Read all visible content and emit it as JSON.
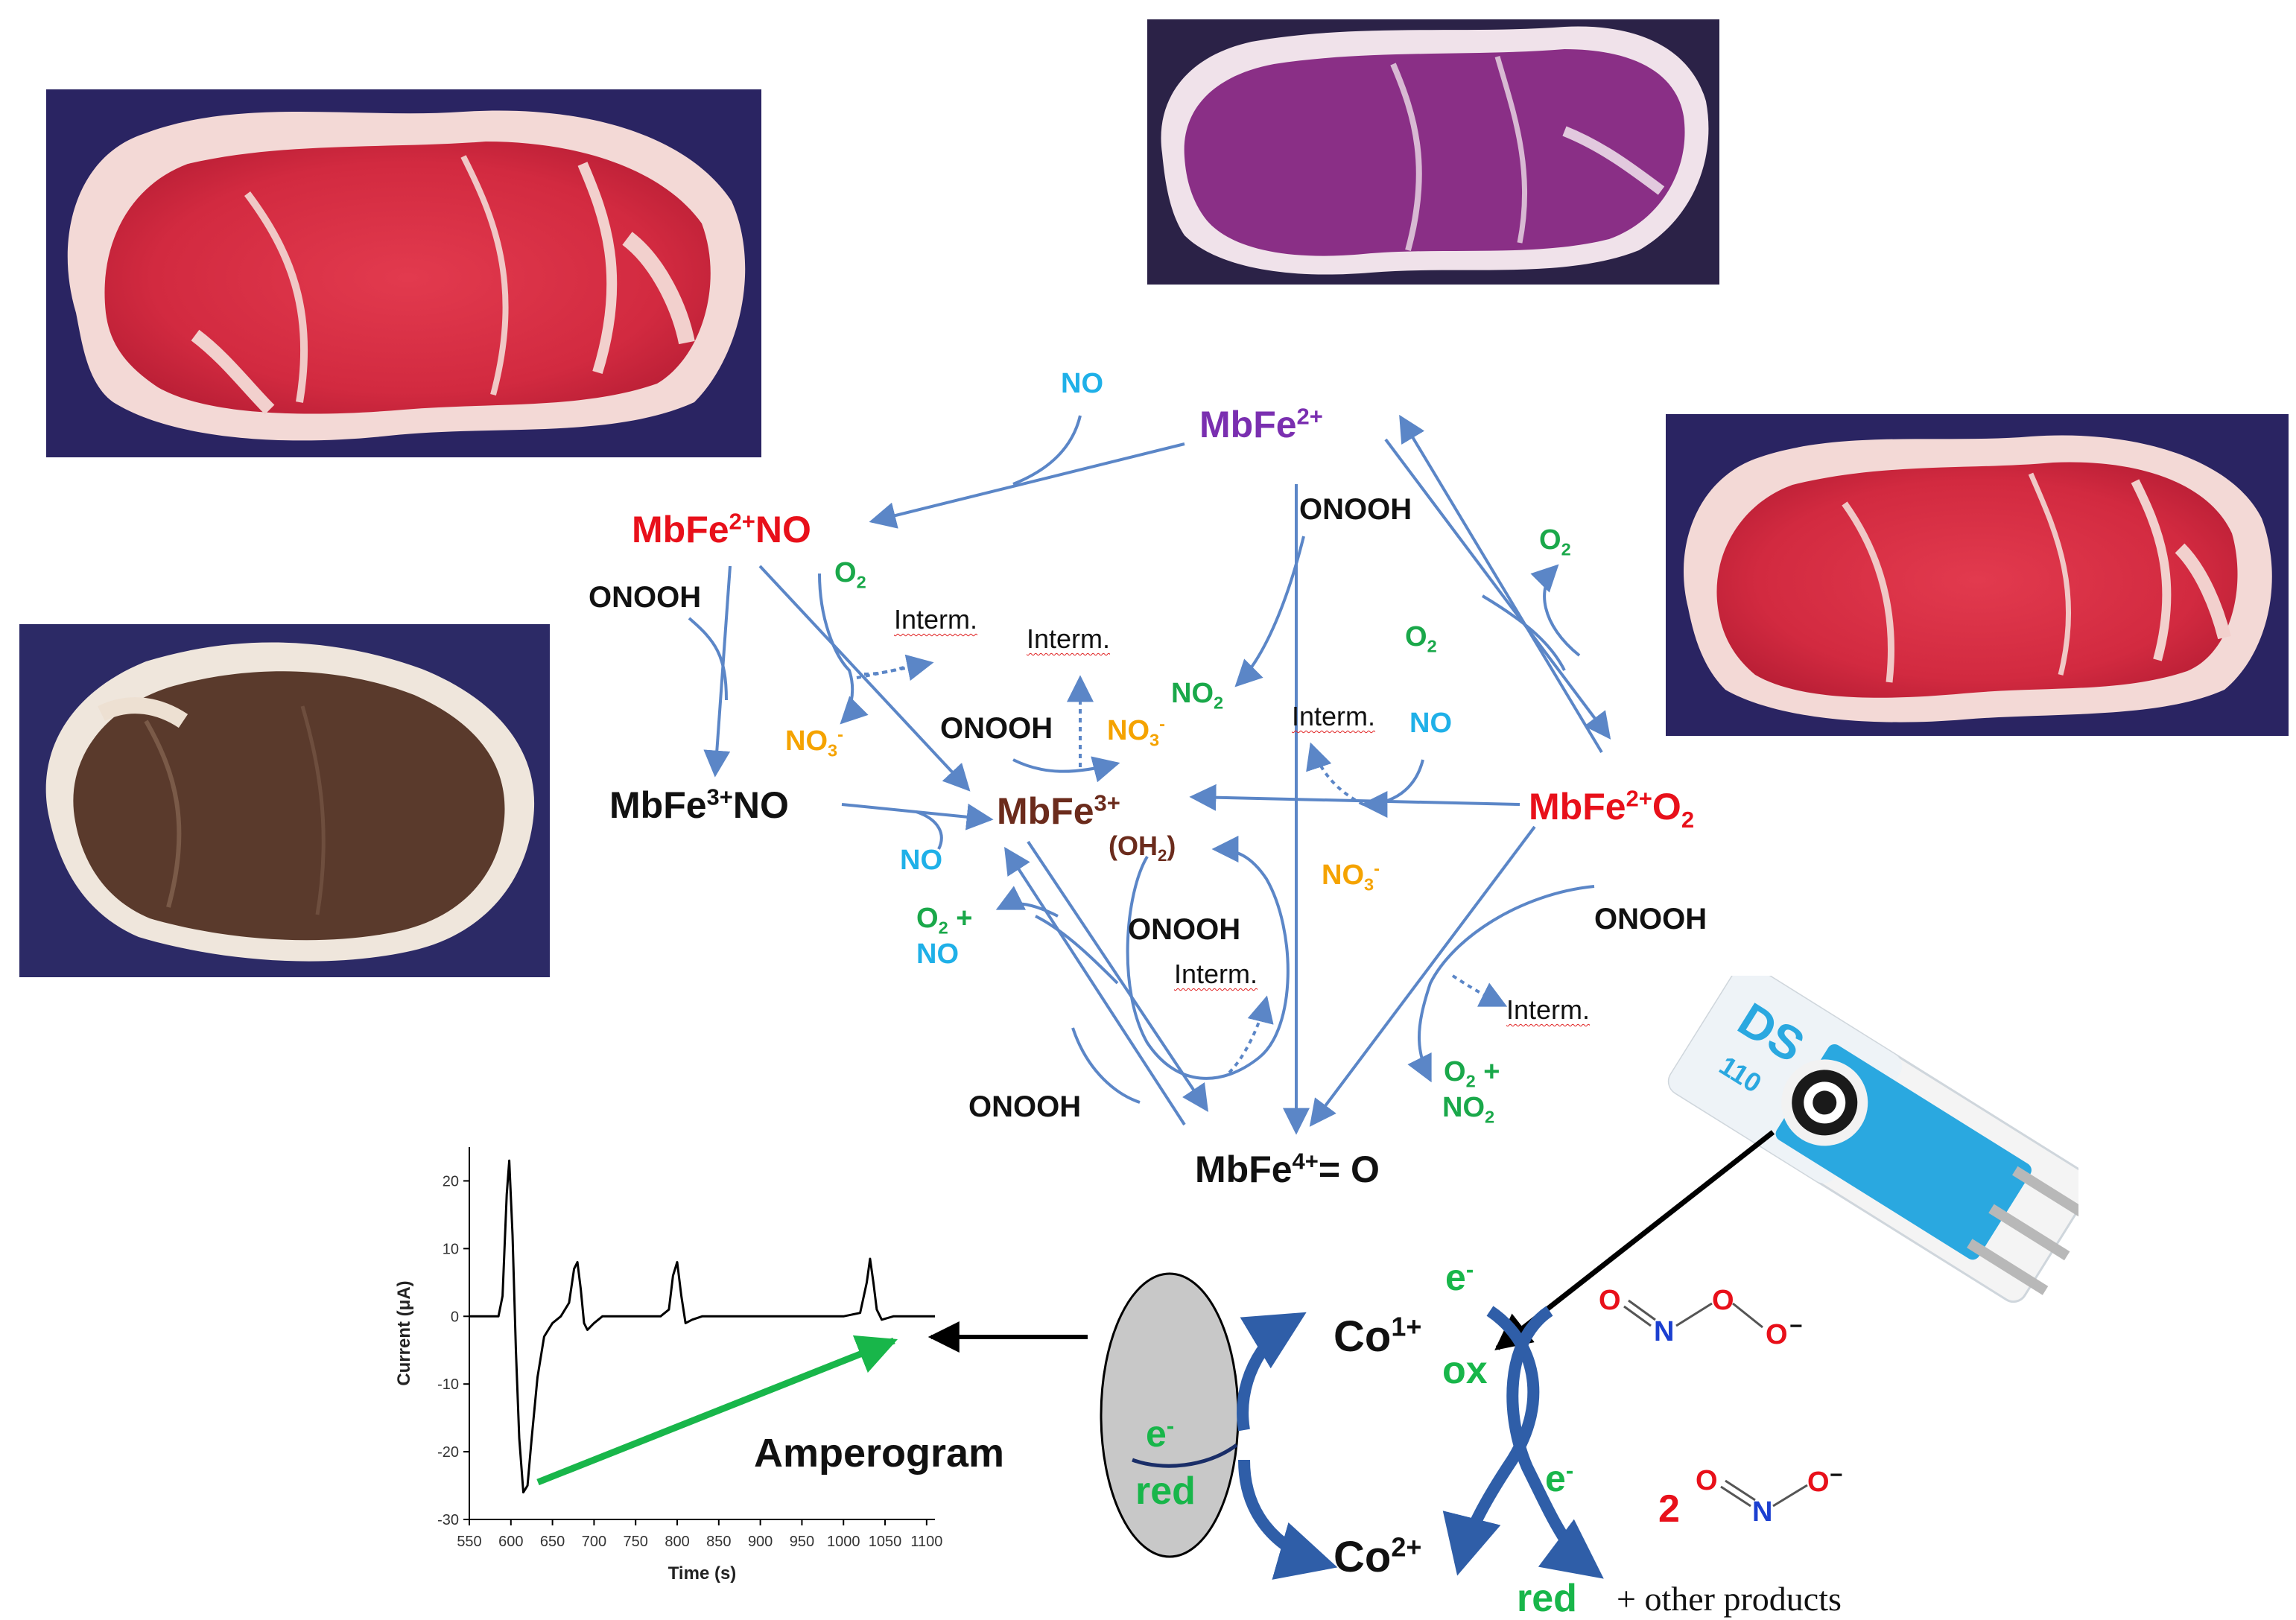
{
  "photos": {
    "top_left": "bright red steak (oxymyoglobin)",
    "top_center": "purple steak (deoxymyoglobin)",
    "right": "bright red steak",
    "left": "brown steak (metmyoglobin)"
  },
  "species": {
    "mbfe2": "MbFe",
    "mbfe2_charge": "2+",
    "mbfe2no": "MbFe",
    "mbfe2no_charge": "2+",
    "mbfe2no_suffix": "NO",
    "mbfe3no": "MbFe",
    "mbfe3no_charge": "3+",
    "mbfe3no_suffix": "NO",
    "mbfe3": "MbFe",
    "mbfe3_charge": "3+",
    "mbfe3_ligand": "(OH",
    "mbfe3_ligand_sub": "2",
    "mbfe3_ligand_close": ")",
    "mbfe2o2": "MbFe",
    "mbfe2o2_charge": "2+",
    "mbfe2o2_suffix": "O",
    "mbfe2o2_sub": "2",
    "mbfe4": "MbFe",
    "mbfe4_charge": "4+",
    "mbfe4_suffix": "= O"
  },
  "reagents": {
    "no": "NO",
    "onooh": "ONOOH",
    "o2": "O",
    "o2_sub": "2",
    "no2": "NO",
    "no2_sub": "2",
    "no3": "NO",
    "no3_sub": "3",
    "no3_charge": "-",
    "interm": "Interm.",
    "plus": "+"
  },
  "sensor": {
    "brand": "DS",
    "model": "110",
    "co1": "Co",
    "co1_charge": "1+",
    "co2": "Co",
    "co2_charge": "2+",
    "e": "e",
    "e_charge": "-",
    "ox": "ox",
    "red": "red",
    "two": "2",
    "other_products": "+ other products",
    "amperogram": "Amperogram",
    "atom_o": "O",
    "atom_n": "N",
    "minus": "−"
  },
  "chart_data": {
    "type": "line",
    "title": "",
    "xlabel": "Time (s)",
    "ylabel": "Current (μA)",
    "xlim": [
      550,
      1110
    ],
    "ylim": [
      -30,
      25
    ],
    "xticks": [
      550,
      600,
      650,
      700,
      750,
      800,
      850,
      900,
      950,
      1000,
      1050,
      1100
    ],
    "yticks": [
      20,
      10,
      0,
      -10,
      -20,
      -30
    ],
    "series": [
      {
        "x": [
          550,
          585,
          590,
          595,
          598,
          602,
          606,
          610,
          615,
          620,
          625,
          632,
          640,
          650,
          660,
          670,
          676,
          680,
          684,
          688,
          692,
          700,
          710,
          720,
          740,
          780,
          790,
          795,
          800,
          805,
          810,
          818,
          830,
          860,
          900,
          1000,
          1020,
          1028,
          1032,
          1036,
          1040,
          1046,
          1060,
          1110
        ],
        "y": [
          0,
          0,
          3,
          18,
          23,
          12,
          -5,
          -18,
          -26,
          -25,
          -18,
          -9,
          -3,
          -1,
          0,
          2,
          7,
          8,
          4,
          -1,
          -2,
          -1,
          0,
          0,
          0,
          0,
          1,
          6,
          8,
          3,
          -1,
          -0.5,
          0,
          0,
          0,
          0,
          0.5,
          5,
          8.5,
          5,
          1,
          -0.5,
          0,
          0
        ]
      }
    ]
  },
  "colors": {
    "red": "#e8101a",
    "purple": "#7a2fb0",
    "brown": "#6b2b1c",
    "green": "#1aa84a",
    "cyan": "#1fb0e8",
    "orange": "#f5a300",
    "arrow_blue": "#5b86c7"
  }
}
